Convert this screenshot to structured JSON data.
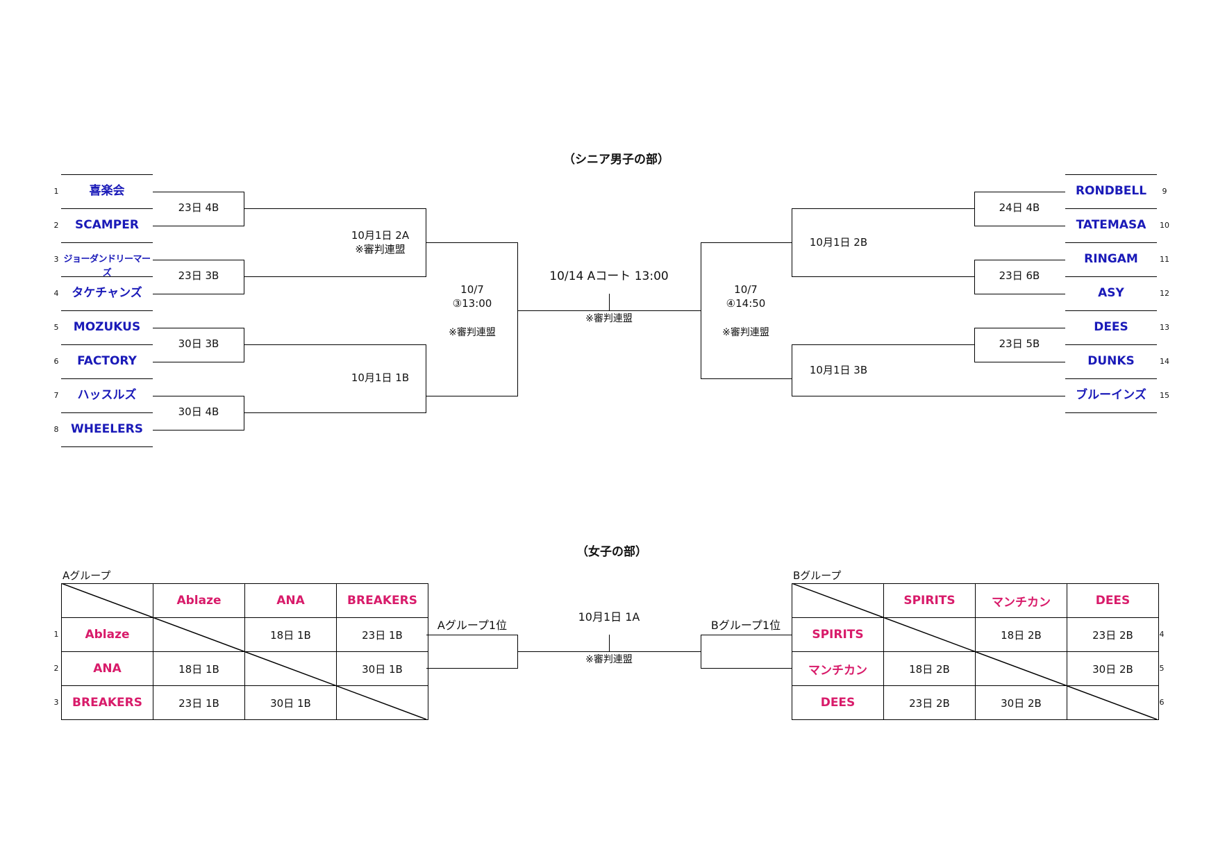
{
  "senior": {
    "title": "（シニア男子の部）",
    "left": {
      "teams": [
        {
          "seed": "1",
          "name": "喜楽会"
        },
        {
          "seed": "2",
          "name": "SCAMPER"
        },
        {
          "seed": "3",
          "name": "ジョーダンドリーマーズ"
        },
        {
          "seed": "4",
          "name": "タケチャンズ"
        },
        {
          "seed": "5",
          "name": "MOZUKUS"
        },
        {
          "seed": "6",
          "name": "FACTORY"
        },
        {
          "seed": "7",
          "name": "ハッスルズ"
        },
        {
          "seed": "8",
          "name": "WHEELERS"
        }
      ],
      "r1": [
        "23日  4B",
        "23日  3B",
        "30日  3B",
        "30日  4B"
      ],
      "r2a_line1": "10月1日  2A",
      "r2a_line2": "※審判連盟",
      "r2b": "10月1日  1B",
      "semi_date": "10/7",
      "semi_time": "③13:00",
      "semi_ref": "※審判連盟"
    },
    "right": {
      "teams": [
        {
          "seed": "9",
          "name": "RONDBELL"
        },
        {
          "seed": "10",
          "name": "TATEMASA"
        },
        {
          "seed": "11",
          "name": "RINGAM"
        },
        {
          "seed": "12",
          "name": "ASY"
        },
        {
          "seed": "13",
          "name": "DEES"
        },
        {
          "seed": "14",
          "name": "DUNKS"
        },
        {
          "seed": "15",
          "name": "ブルーインズ"
        }
      ],
      "r1": [
        "24日  4B",
        "23日  6B",
        "23日  5B"
      ],
      "r2a": "10月1日  2B",
      "r2b": "10月1日  3B",
      "semi_date": "10/7",
      "semi_time": "④14:50",
      "semi_ref": "※審判連盟"
    },
    "final": "10/14  Aコート  13:00",
    "final_ref": "※審判連盟"
  },
  "women": {
    "title": "（女子の部）",
    "groupA": {
      "label": "Aグループ",
      "cols": [
        "Ablaze",
        "ANA",
        "BREAKERS"
      ],
      "rows": [
        {
          "seed": "1",
          "name": "Ablaze",
          "cells": [
            "",
            "18日  1B",
            "23日  1B"
          ]
        },
        {
          "seed": "2",
          "name": "ANA",
          "cells": [
            "18日  1B",
            "",
            "30日  1B"
          ]
        },
        {
          "seed": "3",
          "name": "BREAKERS",
          "cells": [
            "23日  1B",
            "30日  1B",
            ""
          ]
        }
      ],
      "winner": "Aグループ1位"
    },
    "groupB": {
      "label": "Bグループ",
      "cols": [
        "SPIRITS",
        "マンチカン",
        "DEES"
      ],
      "rows": [
        {
          "seed": "4",
          "name": "SPIRITS",
          "cells": [
            "",
            "18日  2B",
            "23日  2B"
          ]
        },
        {
          "seed": "5",
          "name": "マンチカン",
          "cells": [
            "18日  2B",
            "",
            "30日  2B"
          ]
        },
        {
          "seed": "6",
          "name": "DEES",
          "cells": [
            "23日  2B",
            "30日  2B",
            ""
          ]
        }
      ],
      "winner": "Bグループ1位"
    },
    "final": "10月1日  1A",
    "final_ref": "※審判連盟"
  }
}
